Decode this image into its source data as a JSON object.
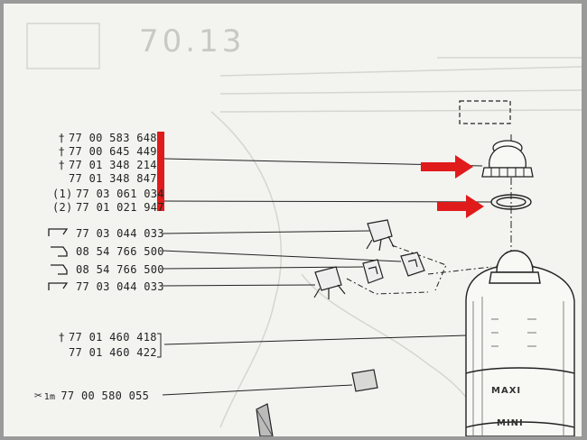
{
  "page": {
    "ghost_code": "70.13"
  },
  "parts": [
    {
      "marker": "†",
      "number": "77 00 583 648"
    },
    {
      "marker": "†",
      "number": "77 00 645 449"
    },
    {
      "marker": "†",
      "number": "77 01 348 214"
    },
    {
      "marker": "",
      "number": "77 01 348 847"
    },
    {
      "marker": "(1)",
      "number": "77 03 061 034"
    },
    {
      "marker": "(2)",
      "number": "77 01 021 947"
    },
    {
      "marker": "",
      "number": "77 03 044 033"
    },
    {
      "marker": "",
      "number": "08 54 766 500"
    },
    {
      "marker": "",
      "number": "08 54 766 500"
    },
    {
      "marker": "",
      "number": "77 03 044 033"
    },
    {
      "marker": "†",
      "number": "77 01 460 418"
    },
    {
      "marker": "",
      "number": "77 01 460 422"
    },
    {
      "marker": "1m",
      "number": "77 00 580 055"
    }
  ],
  "labels": {
    "maxi": "MAXI",
    "mini": "MINI"
  },
  "colors": {
    "highlight": "#e01b1b",
    "ink": "#222222",
    "paper": "#f3f3f0"
  },
  "icons": [
    "clip-left-icon",
    "clip-right-icon",
    "scissors-icon"
  ]
}
